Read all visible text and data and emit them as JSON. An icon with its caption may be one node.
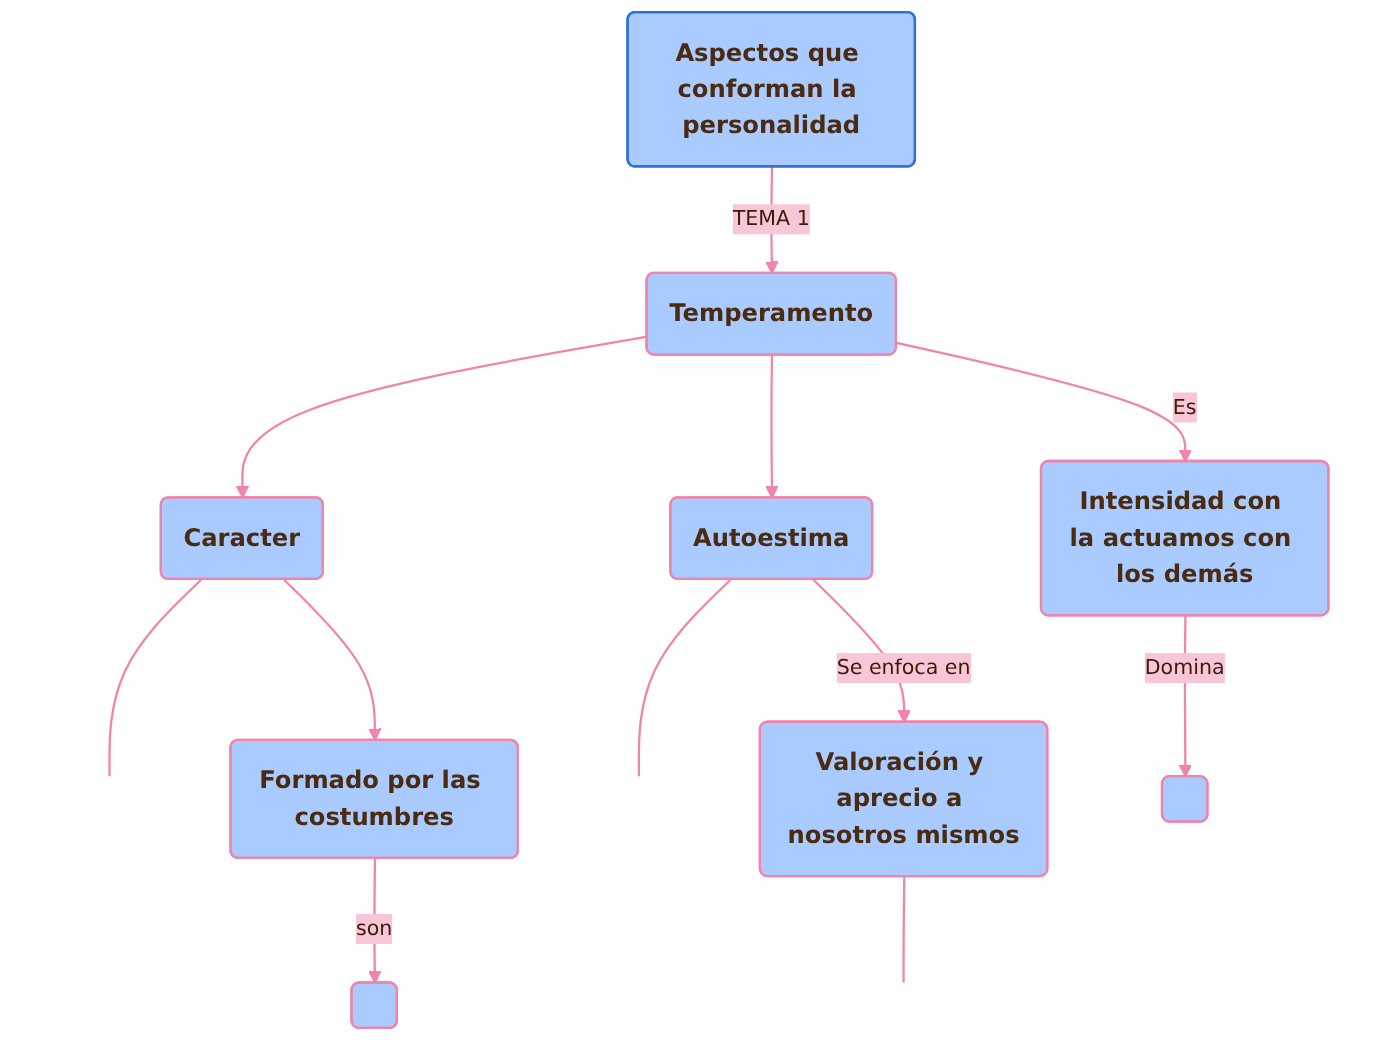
{
  "diagram": {
    "nodes": [
      {
        "text": [
          "Aspectos que conforman la personalidad"
        ]
      },
      {
        "text": [
          "Temperamento"
        ]
      },
      {
        "text": [
          "Caracter"
        ]
      },
      {
        "text": [
          "Autoestima"
        ]
      },
      {
        "text": [
          "Formado por las costumbres"
        ]
      },
      {
        "text": [
          "Intensidad con la actuamos con los demás"
        ]
      },
      {
        "text": [
          "Valoración y aprecio a nosotros mismos"
        ]
      },
      {
        "text": [],
        "shape": "box"
      },
      {
        "text": [],
        "shape": "box"
      }
    ],
    "edges": [
      {
        "from": 0,
        "to": 1,
        "arrow": "to",
        "label": "TEMA 1"
      },
      {
        "from": 1,
        "to": 2,
        "arrow": "to"
      },
      {
        "from": 1,
        "to": 3,
        "arrow": "to"
      },
      {
        "from": 2,
        "to": null,
        "arrow": "none"
      },
      {
        "from": 3,
        "to": null,
        "arrow": "none"
      },
      {
        "from": 2,
        "to": 4,
        "arrow": "to"
      },
      {
        "from": 1,
        "to": 5,
        "arrow": "to",
        "label": "Es"
      },
      {
        "from": 3,
        "to": 6,
        "arrow": "to",
        "label": "Se enfoca en"
      },
      {
        "from": 4,
        "to": 7,
        "arrow": "to",
        "label": "son"
      },
      {
        "from": 5,
        "to": 8,
        "arrow": "to",
        "label": "Domina"
      },
      {
        "from": 6,
        "to": null,
        "arrow": "none"
      }
    ]
  }
}
